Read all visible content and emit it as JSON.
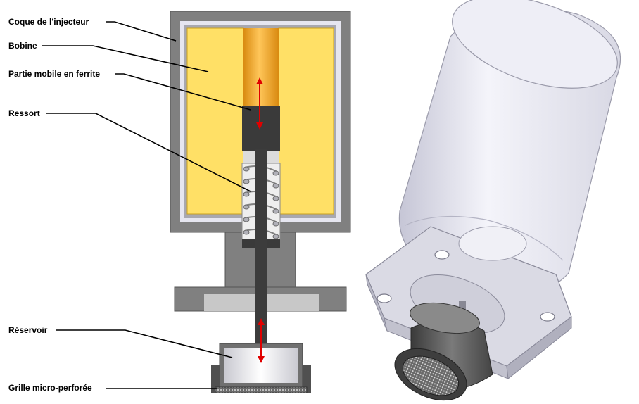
{
  "labels": {
    "shell": "Coque de l'injecteur",
    "coil": "Bobine",
    "moving_part": "Partie mobile en ferrite",
    "spring": "Ressort",
    "reservoir": "Réservoir",
    "grid": "Grille micro-perforée"
  },
  "colors": {
    "shell": "#808080",
    "shell_inner": "#e6e6f0",
    "coil": "#ffe066",
    "ferrite_core": "#f5a623",
    "ferrite_dark": "#3a3a3a",
    "rod": "#3c3c3c",
    "arrow": "#e00000",
    "leader": "#000000",
    "housing_3d": "#e8e8f0",
    "nozzle_3d": "#555555"
  },
  "icons": {
    "motion_arrow_upper": "double-arrow-vertical-icon",
    "motion_arrow_lower": "double-arrow-vertical-icon"
  }
}
